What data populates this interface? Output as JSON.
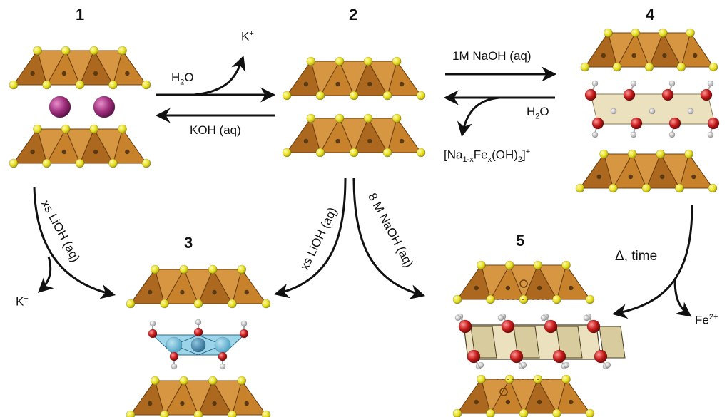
{
  "compounds": [
    {
      "id": "1",
      "number": "1"
    },
    {
      "id": "2",
      "number": "2"
    },
    {
      "id": "3",
      "number": "3"
    },
    {
      "id": "4",
      "number": "4"
    },
    {
      "id": "5",
      "number": "5"
    }
  ],
  "reactions": {
    "r1_to_2_reagent": "H",
    "r1_to_2_reagent_sub": "2",
    "r1_to_2_reagent_end": "O",
    "r1_to_2_byproduct": "K",
    "r1_to_2_byproduct_sup": "+",
    "r2_to_1_reagent": "KOH (aq)",
    "r2_to_4_reagent": "1M  NaOH (aq)",
    "r4_to_2_reagent": "H",
    "r4_to_2_reagent_sub": "2",
    "r4_to_2_reagent_end": "O",
    "r4_to_2_byproduct_a": "[Na",
    "r4_to_2_byproduct_sub1": "1-x",
    "r4_to_2_byproduct_b": "Fe",
    "r4_to_2_byproduct_sub2": "x",
    "r4_to_2_byproduct_c": "(OH)",
    "r4_to_2_byproduct_sub3": "2",
    "r4_to_2_byproduct_d": "]",
    "r4_to_2_byproduct_sup": "+",
    "r1_to_3_reagent": "xs LiOH (aq)",
    "r1_to_3_byproduct": "K",
    "r1_to_3_byproduct_sup": "+",
    "r2_to_3_reagent": "xs LiOH (aq)",
    "r2_to_5_reagent": "8 M NaOH (aq)",
    "r4_to_5_reagent": "Δ, time",
    "r4_to_5_byproduct": "Fe",
    "r4_to_5_byproduct_sup": "2+"
  },
  "colors": {
    "tetra_face": "#c8822c",
    "tetra_dark": "#a8651e",
    "tetra_edge": "#6b4010",
    "sulfur": "#e6df1e",
    "potassium": "#a0307e",
    "oxygen": "#c51a1a",
    "hydrogen": "#e0e0e0",
    "hydroxide_layer": "#e8dcb4",
    "lithium_layer": "#7cc7e2",
    "lithium_center": "#4a8fb0",
    "arrow": "#111111"
  }
}
